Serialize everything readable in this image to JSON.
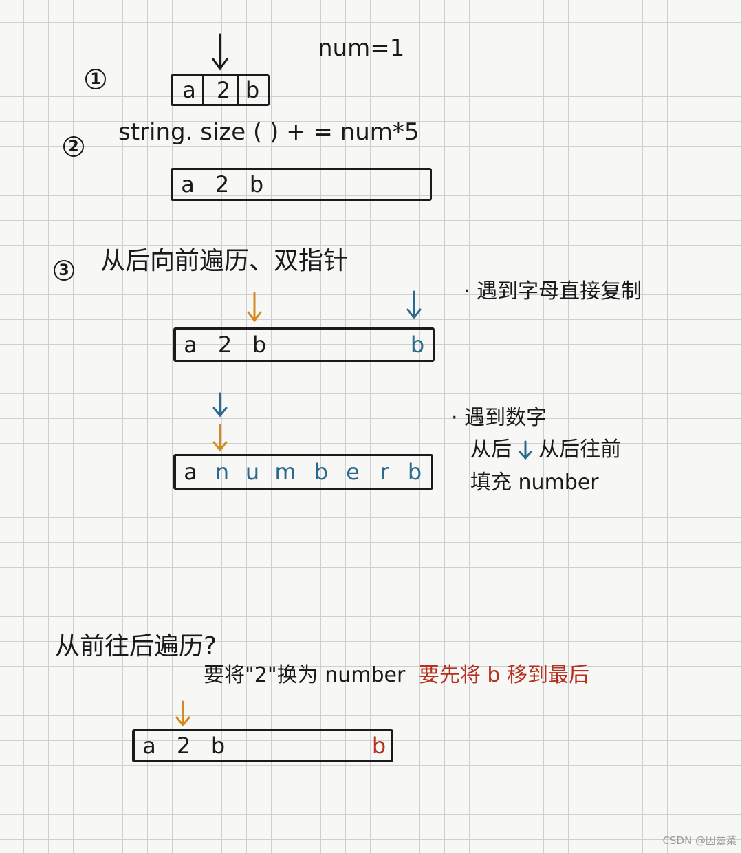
{
  "colors": {
    "ink": "#1a1a1a",
    "orange": "#d48a1f",
    "blue": "#2a6a8f",
    "red": "#b5301d"
  },
  "step1": {
    "label": "1",
    "num_text": "num=1",
    "cells": [
      "a",
      "2",
      "b"
    ]
  },
  "step2": {
    "label": "2",
    "formula": "string. size ( ) + = num*5",
    "cells": [
      "a",
      "2",
      "b"
    ]
  },
  "step3": {
    "label": "3",
    "heading": "从后向前遍历、双指针",
    "note_letter": "遇到字母直接复制",
    "row1_cells": [
      "a",
      "2",
      "b",
      "b"
    ],
    "row2_cells": [
      "a",
      "n",
      "u",
      "m",
      "b",
      "e",
      "r",
      "b"
    ],
    "note_digit_title": "遇到数字",
    "note_digit_line2_a": "从后",
    "note_digit_line2_b": "从后往前",
    "note_digit_line3": "填充 number"
  },
  "forward": {
    "heading": "从前往后遍历?",
    "sub_black": "要将\"2\"换为 number",
    "sub_red": "要先将 b 移到最后",
    "cells": [
      "a",
      "2",
      "b",
      "b"
    ]
  },
  "watermark": "CSDN @因兹菜"
}
